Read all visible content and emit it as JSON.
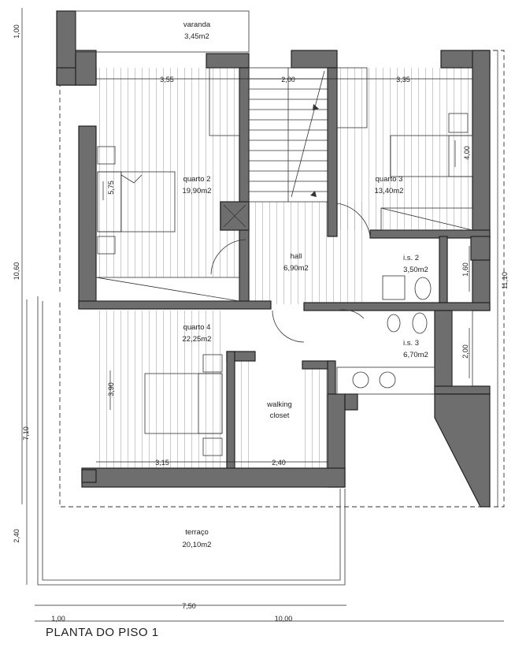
{
  "title": "PLANTA DO PISO 1",
  "rooms": {
    "varanda": {
      "name": "varanda",
      "area": "3,45m2"
    },
    "quarto2": {
      "name": "quarto 2",
      "area": "19,90m2"
    },
    "quarto3": {
      "name": "quarto 3",
      "area": "13,40m2"
    },
    "hall": {
      "name": "hall",
      "area": "6,90m2"
    },
    "ls2": {
      "name": "i.s. 2",
      "area": "3,50m2"
    },
    "ls3": {
      "name": "i.s. 3",
      "area": "6,70m2"
    },
    "quarto4": {
      "name": "quarto 4",
      "area": "22,25m2"
    },
    "closet": {
      "name": "walking\ncloset",
      "line1": "walking",
      "line2": "closet"
    },
    "terraco": {
      "name": "terraço",
      "area": "20,10m2"
    }
  },
  "dimensions": {
    "top_355": "3,55",
    "top_200": "2,00",
    "top_335": "3,35",
    "inner_575": "5,75",
    "inner_400": "4,00",
    "inner_390": "3,90",
    "inner_315": "3,15",
    "inner_240": "2,40",
    "right_160": "1,60",
    "right_200": "2,00",
    "left_100": "1,00",
    "left_1060": "10,60",
    "left_710": "7,10",
    "left_240": "2,40",
    "right_1110": "11,10",
    "bottom_100": "1,00",
    "bottom_750": "7,50",
    "bottom_1000": "10,00"
  }
}
